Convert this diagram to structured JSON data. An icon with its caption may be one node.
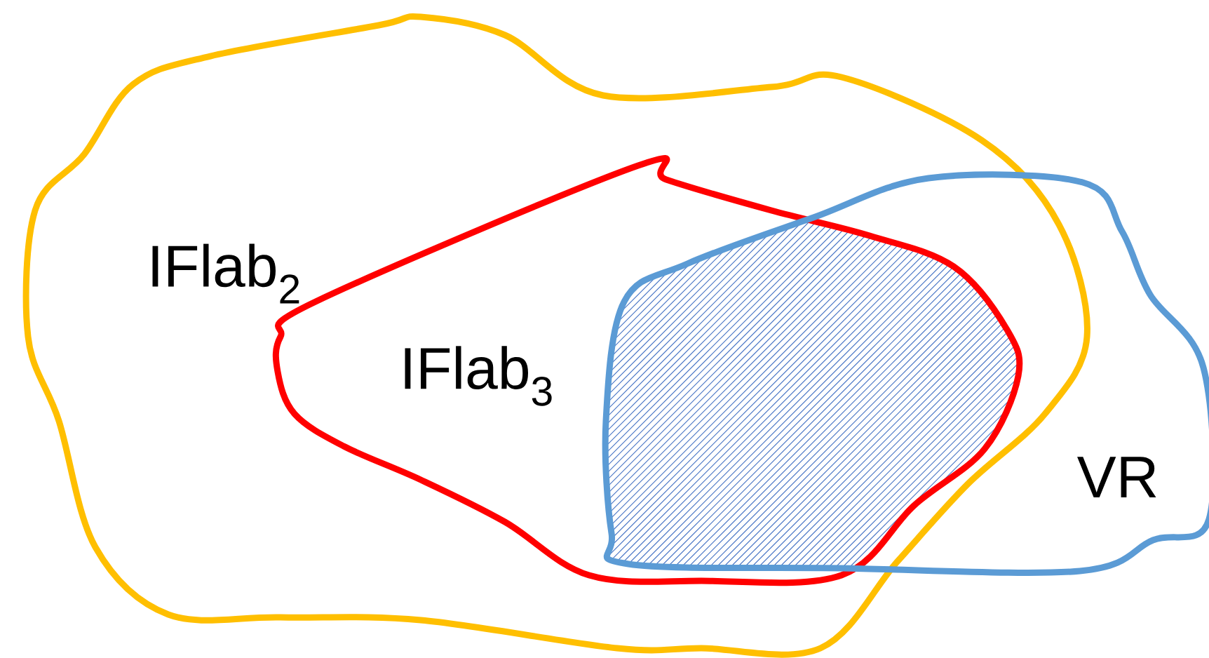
{
  "diagram": {
    "nodes": [
      {
        "text": [
          "IFlab$_{2}$"
        ]
      },
      {
        "text": [
          "IFlab$_{3}$"
        ],
        "in": 0
      },
      {
        "text": [
          "VR"
        ]
      }
    ]
  }
}
